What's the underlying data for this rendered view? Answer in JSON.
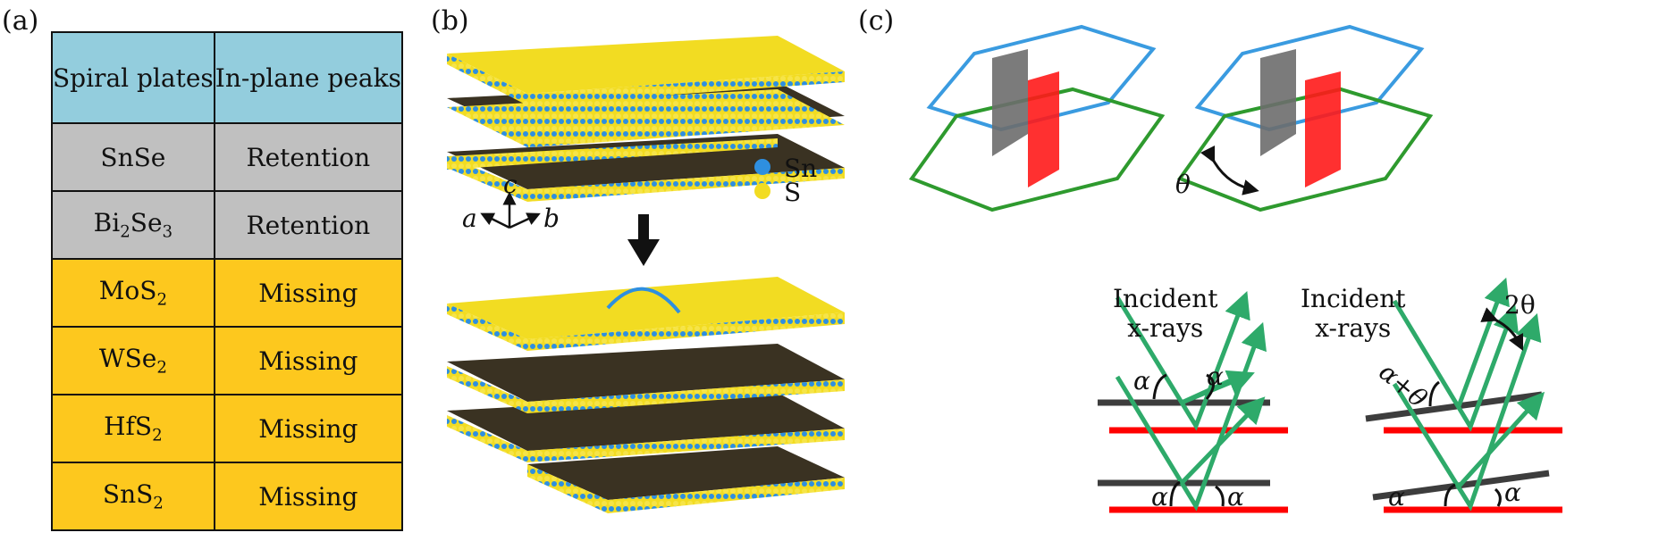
{
  "panels": {
    "a": "(a)",
    "b": "(b)",
    "c": "(c)"
  },
  "table": {
    "headers": [
      "Spiral plates",
      "In-plane peaks"
    ],
    "rows": [
      {
        "material": [
          {
            "t": "SnSe"
          }
        ],
        "peaks": "Retention",
        "group": "gray"
      },
      {
        "material": [
          {
            "t": "Bi"
          },
          {
            "t": "2",
            "sub": true
          },
          {
            "t": "Se"
          },
          {
            "t": "3",
            "sub": true
          }
        ],
        "peaks": "Retention",
        "group": "gray"
      },
      {
        "material": [
          {
            "t": "MoS"
          },
          {
            "t": "2",
            "sub": true
          }
        ],
        "peaks": "Missing",
        "group": "orange"
      },
      {
        "material": [
          {
            "t": "WSe"
          },
          {
            "t": "2",
            "sub": true
          }
        ],
        "peaks": "Missing",
        "group": "orange"
      },
      {
        "material": [
          {
            "t": "HfS"
          },
          {
            "t": "2",
            "sub": true
          }
        ],
        "peaks": "Missing",
        "group": "orange"
      },
      {
        "material": [
          {
            "t": "SnS"
          },
          {
            "t": "2",
            "sub": true
          }
        ],
        "peaks": "Missing",
        "group": "orange"
      }
    ],
    "colors": {
      "header": "#93cddd",
      "gray": "#c0c0c0",
      "orange": "#fdc81e"
    }
  },
  "panel_b": {
    "legend": [
      {
        "label": "Sn",
        "color": "#2e8fe0"
      },
      {
        "label": "S",
        "color": "#f2dc22"
      }
    ],
    "axes": {
      "a": "a",
      "b": "b",
      "c": "c"
    }
  },
  "panel_c": {
    "theta": "θ",
    "incident_left": [
      "Incident",
      "x-rays"
    ],
    "incident_right": [
      "Incident",
      "x-rays"
    ],
    "alpha": "α",
    "alpha_plus_theta": "α+θ",
    "two_theta": "2θ",
    "colors": {
      "ray": "#2eaa6a",
      "layer_top": "#3d3d3d",
      "layer_bottom": "#ff0000",
      "hex_blue": "#3a9be0",
      "hex_green": "#2e9a2e"
    }
  }
}
